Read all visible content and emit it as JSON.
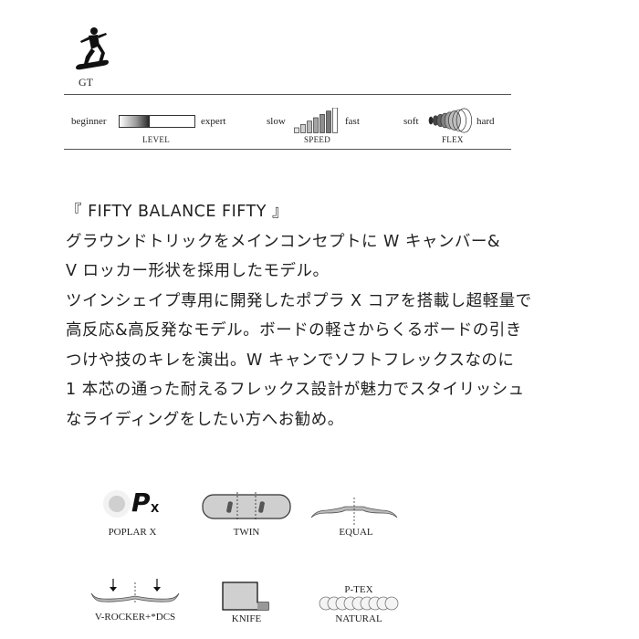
{
  "header": {
    "model": "GT",
    "icon": "snowboarder-icon"
  },
  "specs": {
    "level": {
      "left": "beginner",
      "right": "expert",
      "caption": "LEVEL",
      "fill": 0.4
    },
    "speed": {
      "left": "slow",
      "right": "fast",
      "caption": "SPEED",
      "filled_bars": 6,
      "total_bars": 7
    },
    "flex": {
      "left": "soft",
      "right": "hard",
      "caption": "FLEX",
      "filled_rings": 6,
      "total_rings": 8
    }
  },
  "description": {
    "lines": [
      "『 FIFTY BALANCE FIFTY 』",
      "グラウンドトリックをメインコンセプトに W キャンバー&",
      "V ロッカー形状を採用したモデル。",
      "ツインシェイプ専用に開発したポプラ X コアを搭載し超軽量で",
      "高反応&高反発なモデル。ボードの軽さからくるボードの引き",
      "つけや技のキレを演出。W キャンでソフトフレックスなのに",
      "1 本芯の通った耐えるフレックス設計が魅力でスタイリッシュ",
      "なライディングをしたい方へお勧め。"
    ]
  },
  "features": {
    "core": {
      "label": "POPLAR X",
      "mark": "P",
      "mark_sub": "X"
    },
    "shape": {
      "label": "TWIN"
    },
    "stance": {
      "label": "EQUAL"
    },
    "profile": {
      "label": "V-ROCKER+*DCS"
    },
    "edge": {
      "label": "KNIFE"
    },
    "base": {
      "top_label": "P-TEX",
      "label": "NATURAL"
    }
  }
}
